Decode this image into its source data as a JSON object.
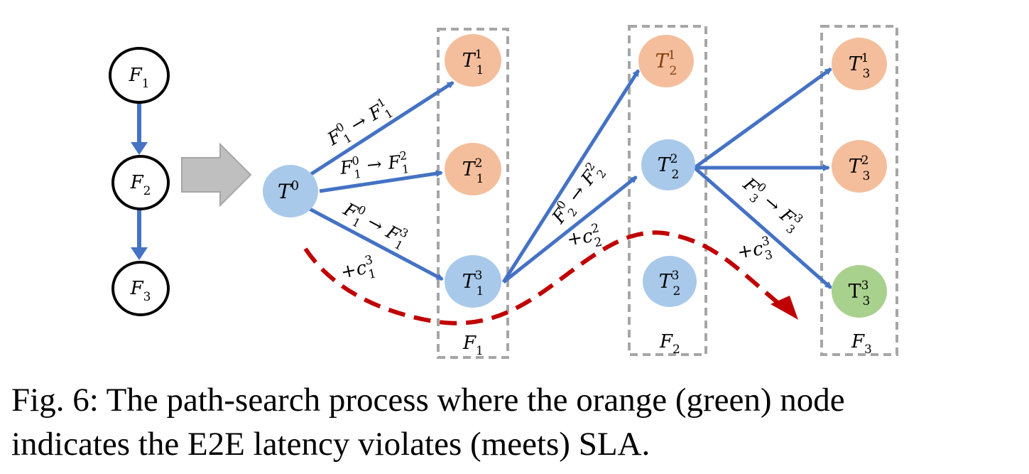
{
  "colors": {
    "edge_blue": "#4472C4",
    "node_blue": "#A9C9EA",
    "node_orange": "#F4BE9C",
    "node_green": "#A9D18E",
    "dashed_red": "#C00000",
    "box_gray": "#A6A6A6",
    "big_arrow_gray": "#BFBFBF"
  },
  "chain": [
    {
      "id": "F1",
      "base": "F",
      "sub": "1"
    },
    {
      "id": "F2",
      "base": "F",
      "sub": "2"
    },
    {
      "id": "F3",
      "base": "F",
      "sub": "3"
    }
  ],
  "root": {
    "id": "T0",
    "base": "T",
    "sup": "0",
    "state": "blue"
  },
  "stages": [
    {
      "label": {
        "base": "F",
        "sub": "1"
      },
      "nodes": [
        {
          "id": "T1_1",
          "base": "T",
          "sub": "1",
          "sup": "1",
          "state": "orange"
        },
        {
          "id": "T1_2",
          "base": "T",
          "sub": "1",
          "sup": "2",
          "state": "orange"
        },
        {
          "id": "T1_3",
          "base": "T",
          "sub": "1",
          "sup": "3",
          "state": "blue"
        }
      ]
    },
    {
      "label": {
        "base": "F",
        "sub": "2"
      },
      "nodes": [
        {
          "id": "T2_1",
          "base": "T",
          "sub": "2",
          "sup": "1",
          "state": "orange"
        },
        {
          "id": "T2_2",
          "base": "T",
          "sub": "2",
          "sup": "2",
          "state": "blue"
        },
        {
          "id": "T2_3",
          "base": "T",
          "sub": "2",
          "sup": "3",
          "state": "blue"
        }
      ]
    },
    {
      "label": {
        "base": "F",
        "sub": "3"
      },
      "nodes": [
        {
          "id": "T3_1",
          "base": "T",
          "sub": "3",
          "sup": "1",
          "state": "orange"
        },
        {
          "id": "T3_2",
          "base": "T",
          "sub": "3",
          "sup": "2",
          "state": "orange"
        },
        {
          "id": "T3_3",
          "base": "T",
          "sub": "3",
          "sup": "3",
          "state": "green"
        }
      ]
    }
  ],
  "edge_labels": {
    "f1_0_to_1": {
      "a": "F",
      "asub": "1",
      "asup": "0",
      "b": "F",
      "bsub": "1",
      "bsup": "1"
    },
    "f1_0_to_2": {
      "a": "F",
      "asub": "1",
      "asup": "0",
      "b": "F",
      "bsub": "1",
      "bsup": "2"
    },
    "f1_0_to_3": {
      "a": "F",
      "asub": "1",
      "asup": "0",
      "b": "F",
      "bsub": "1",
      "bsup": "3"
    },
    "f2_0_to_2": {
      "a": "F",
      "asub": "2",
      "asup": "0",
      "b": "F",
      "bsub": "2",
      "bsup": "2"
    },
    "f3_0_to_3": {
      "a": "F",
      "asub": "3",
      "asup": "0",
      "b": "F",
      "bsub": "3",
      "bsup": "3"
    }
  },
  "arrow_symbol": "→",
  "costs": {
    "c1_3": {
      "prefix": "+",
      "base": "c",
      "sub": "1",
      "sup": "3"
    },
    "c2_2": {
      "prefix": "+",
      "base": "c",
      "sub": "2",
      "sup": "2"
    },
    "c3_3": {
      "prefix": "+",
      "base": "c",
      "sub": "3",
      "sup": "3"
    }
  },
  "caption": {
    "line1": "Fig. 6: The path-search process where the orange (green) node",
    "line2": "indicates the E2E latency violates (meets) SLA."
  }
}
